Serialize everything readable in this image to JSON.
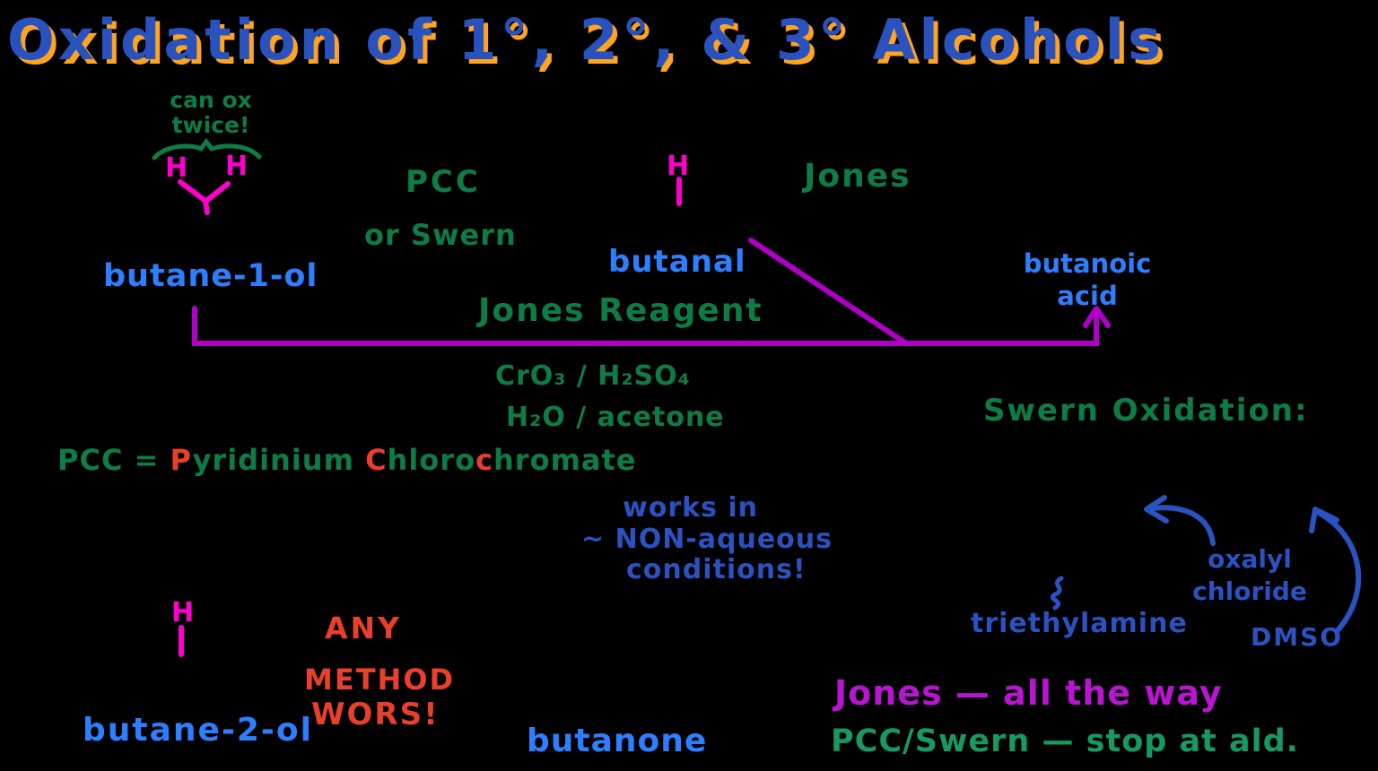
{
  "colors": {
    "background": "#000000",
    "title_blue": "#2a52be",
    "title_orange_shadow": "#ffa41e",
    "green": "#0e7c45",
    "green_light": "#169a62",
    "pink": "#ff00cc",
    "purple_arrow": "#b000c8",
    "magenta": "#b715cf",
    "blue_compound": "#2e7fff",
    "blue_note": "#2a52c0",
    "red": "#e8402a"
  },
  "title": {
    "text": "Oxidation of 1°, 2°, & 3° Alcohols"
  },
  "top_reaction": {
    "can_ox_line1": "can ox",
    "can_ox_line2": "twice!",
    "h_left": "H",
    "h_right": "H",
    "reactant": "butane-1-ol",
    "reagent_line1": "PCC",
    "reagent_line2": "or Swern",
    "intermediate_h": "H",
    "intermediate": "butanal",
    "reagent2": "Jones",
    "product_line1": "butanoic",
    "product_line2": "acid",
    "jones_reagent_label": "Jones Reagent",
    "jones_formula_line1": "CrO₃ / H₂SO₄",
    "jones_formula_line2": "H₂O / acetone"
  },
  "pcc_definition": {
    "abbr": "PCC",
    "equals": "=",
    "p_red": "P",
    "p_rest": "yridinium",
    "c1_red": "C",
    "c1_rest": "hloro",
    "c2_red": "c",
    "c2_rest": "hromate"
  },
  "pcc_note": {
    "line1": "works in",
    "line2": "~ NON-aqueous",
    "line3": "conditions!"
  },
  "swern": {
    "heading": "Swern Oxidation:",
    "oxalyl_line1": "oxalyl",
    "oxalyl_line2": "chloride",
    "dmso": "DMSO",
    "amine": "triethylamine"
  },
  "bottom_reaction": {
    "h": "H",
    "reactant": "butane-2-ol",
    "note_line1": "ANY",
    "note_line2": "METHOD",
    "note_line3": "WORS!",
    "product": "butanone"
  },
  "summary": {
    "jones_rule": "Jones — all the way",
    "pcc_swern_rule": "PCC/Swern — stop at ald."
  }
}
